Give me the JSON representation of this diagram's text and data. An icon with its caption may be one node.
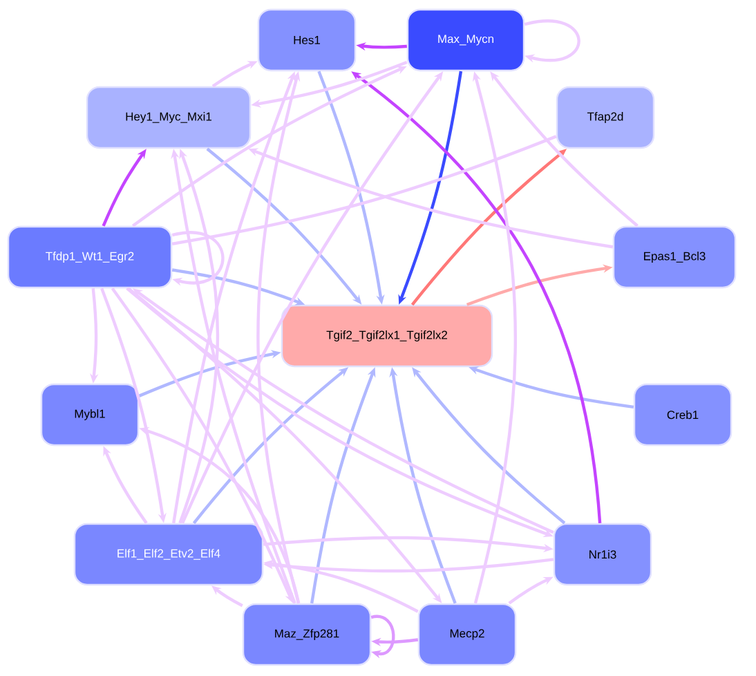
{
  "diagram": {
    "nodes": [
      {
        "text": [
          "Hes1"
        ]
      },
      {
        "text": [
          "Max_Mycn"
        ]
      },
      {
        "text": [
          "Hey1_Myc_Mxi1"
        ]
      },
      {
        "text": [
          "Tfap2d"
        ]
      },
      {
        "text": [
          "Tfdp1_Wt1_Egr2"
        ]
      },
      {
        "text": [
          "Epas1_Bcl3"
        ]
      },
      {
        "text": [
          "Tgif2_Tgif2lx1_Tgif2lx2"
        ]
      },
      {
        "text": [
          "Mybl1"
        ]
      },
      {
        "text": [
          "Creb1"
        ]
      },
      {
        "text": [
          "Elf1_Elf2_Etv2_Elf4"
        ]
      },
      {
        "text": [
          "Nr1i3"
        ]
      },
      {
        "text": [
          "Maz_Zfp281"
        ]
      },
      {
        "text": [
          "Mecp2"
        ]
      }
    ],
    "edges": [
      {
        "from": 1,
        "to": 0,
        "arrow": "to",
        "color": "#c444ff"
      },
      {
        "from": 1,
        "to": 1,
        "arrow": "to"
      },
      {
        "from": 1,
        "to": 6,
        "arrow": "to",
        "color": "#3a4bff"
      },
      {
        "from": 6,
        "to": 3,
        "arrow": "to",
        "color": "#ff7777"
      },
      {
        "from": 6,
        "to": 5,
        "arrow": "to",
        "color": "#ffaaaa"
      },
      {
        "from": 8,
        "to": 6,
        "arrow": "to",
        "color": "#b0b8ff"
      },
      {
        "from": 10,
        "to": 6,
        "arrow": "to",
        "color": "#b0b8ff"
      },
      {
        "from": 12,
        "to": 6,
        "arrow": "to",
        "color": "#b0b8ff"
      },
      {
        "from": 11,
        "to": 6,
        "arrow": "to",
        "color": "#b0b8ff"
      },
      {
        "from": 9,
        "to": 6,
        "arrow": "to",
        "color": "#b0b8ff"
      },
      {
        "from": 7,
        "to": 6,
        "arrow": "to",
        "color": "#b0b8ff"
      },
      {
        "from": 4,
        "to": 6,
        "arrow": "to",
        "color": "#b0b8ff"
      },
      {
        "from": 2,
        "to": 6,
        "arrow": "to",
        "color": "#b0b8ff"
      },
      {
        "from": 0,
        "to": 6,
        "arrow": "to",
        "color": "#b0b8ff"
      },
      {
        "from": 10,
        "to": 0,
        "arrow": "to",
        "color": "#c444ff"
      },
      {
        "from": 4,
        "to": 2,
        "arrow": "to",
        "color": "#c444ff"
      },
      {
        "from": 4,
        "to": 4,
        "arrow": "to"
      },
      {
        "from": 4,
        "to": 7,
        "arrow": "to"
      },
      {
        "from": 9,
        "to": 7,
        "arrow": "to"
      },
      {
        "from": 11,
        "to": 7,
        "arrow": "to"
      },
      {
        "from": 1,
        "to": 2,
        "arrow": "to"
      },
      {
        "from": 5,
        "to": 2,
        "arrow": "to"
      },
      {
        "from": 5,
        "to": 1,
        "arrow": "to"
      },
      {
        "from": 3,
        "to": 4,
        "arrow": "none"
      },
      {
        "from": 12,
        "to": 1,
        "arrow": "to"
      },
      {
        "from": 2,
        "to": 0,
        "arrow": "to"
      },
      {
        "from": 9,
        "to": 0,
        "arrow": "to"
      },
      {
        "from": 9,
        "to": 1,
        "arrow": "to"
      },
      {
        "from": 9,
        "to": 2,
        "arrow": "to"
      },
      {
        "from": 11,
        "to": 0,
        "arrow": "to"
      },
      {
        "from": 11,
        "to": 2,
        "arrow": "to"
      },
      {
        "from": 4,
        "to": 1,
        "arrow": "to"
      },
      {
        "from": 4,
        "to": 9,
        "arrow": "to"
      },
      {
        "from": 4,
        "to": 10,
        "arrow": "to"
      },
      {
        "from": 4,
        "to": 11,
        "arrow": "to"
      },
      {
        "from": 4,
        "to": 12,
        "arrow": "to"
      },
      {
        "from": 10,
        "to": 9,
        "arrow": "to"
      },
      {
        "from": 9,
        "to": 10,
        "arrow": "to"
      },
      {
        "from": 12,
        "to": 9,
        "arrow": "to"
      },
      {
        "from": 11,
        "to": 9,
        "arrow": "to"
      },
      {
        "from": 12,
        "to": 10,
        "arrow": "to"
      },
      {
        "from": 11,
        "to": 11,
        "arrow": "to",
        "color": "#dd99ff"
      },
      {
        "from": 12,
        "to": 11,
        "arrow": "to",
        "color": "#dd99ff"
      },
      {
        "from": 10,
        "to": 4,
        "arrow": "to"
      }
    ]
  }
}
